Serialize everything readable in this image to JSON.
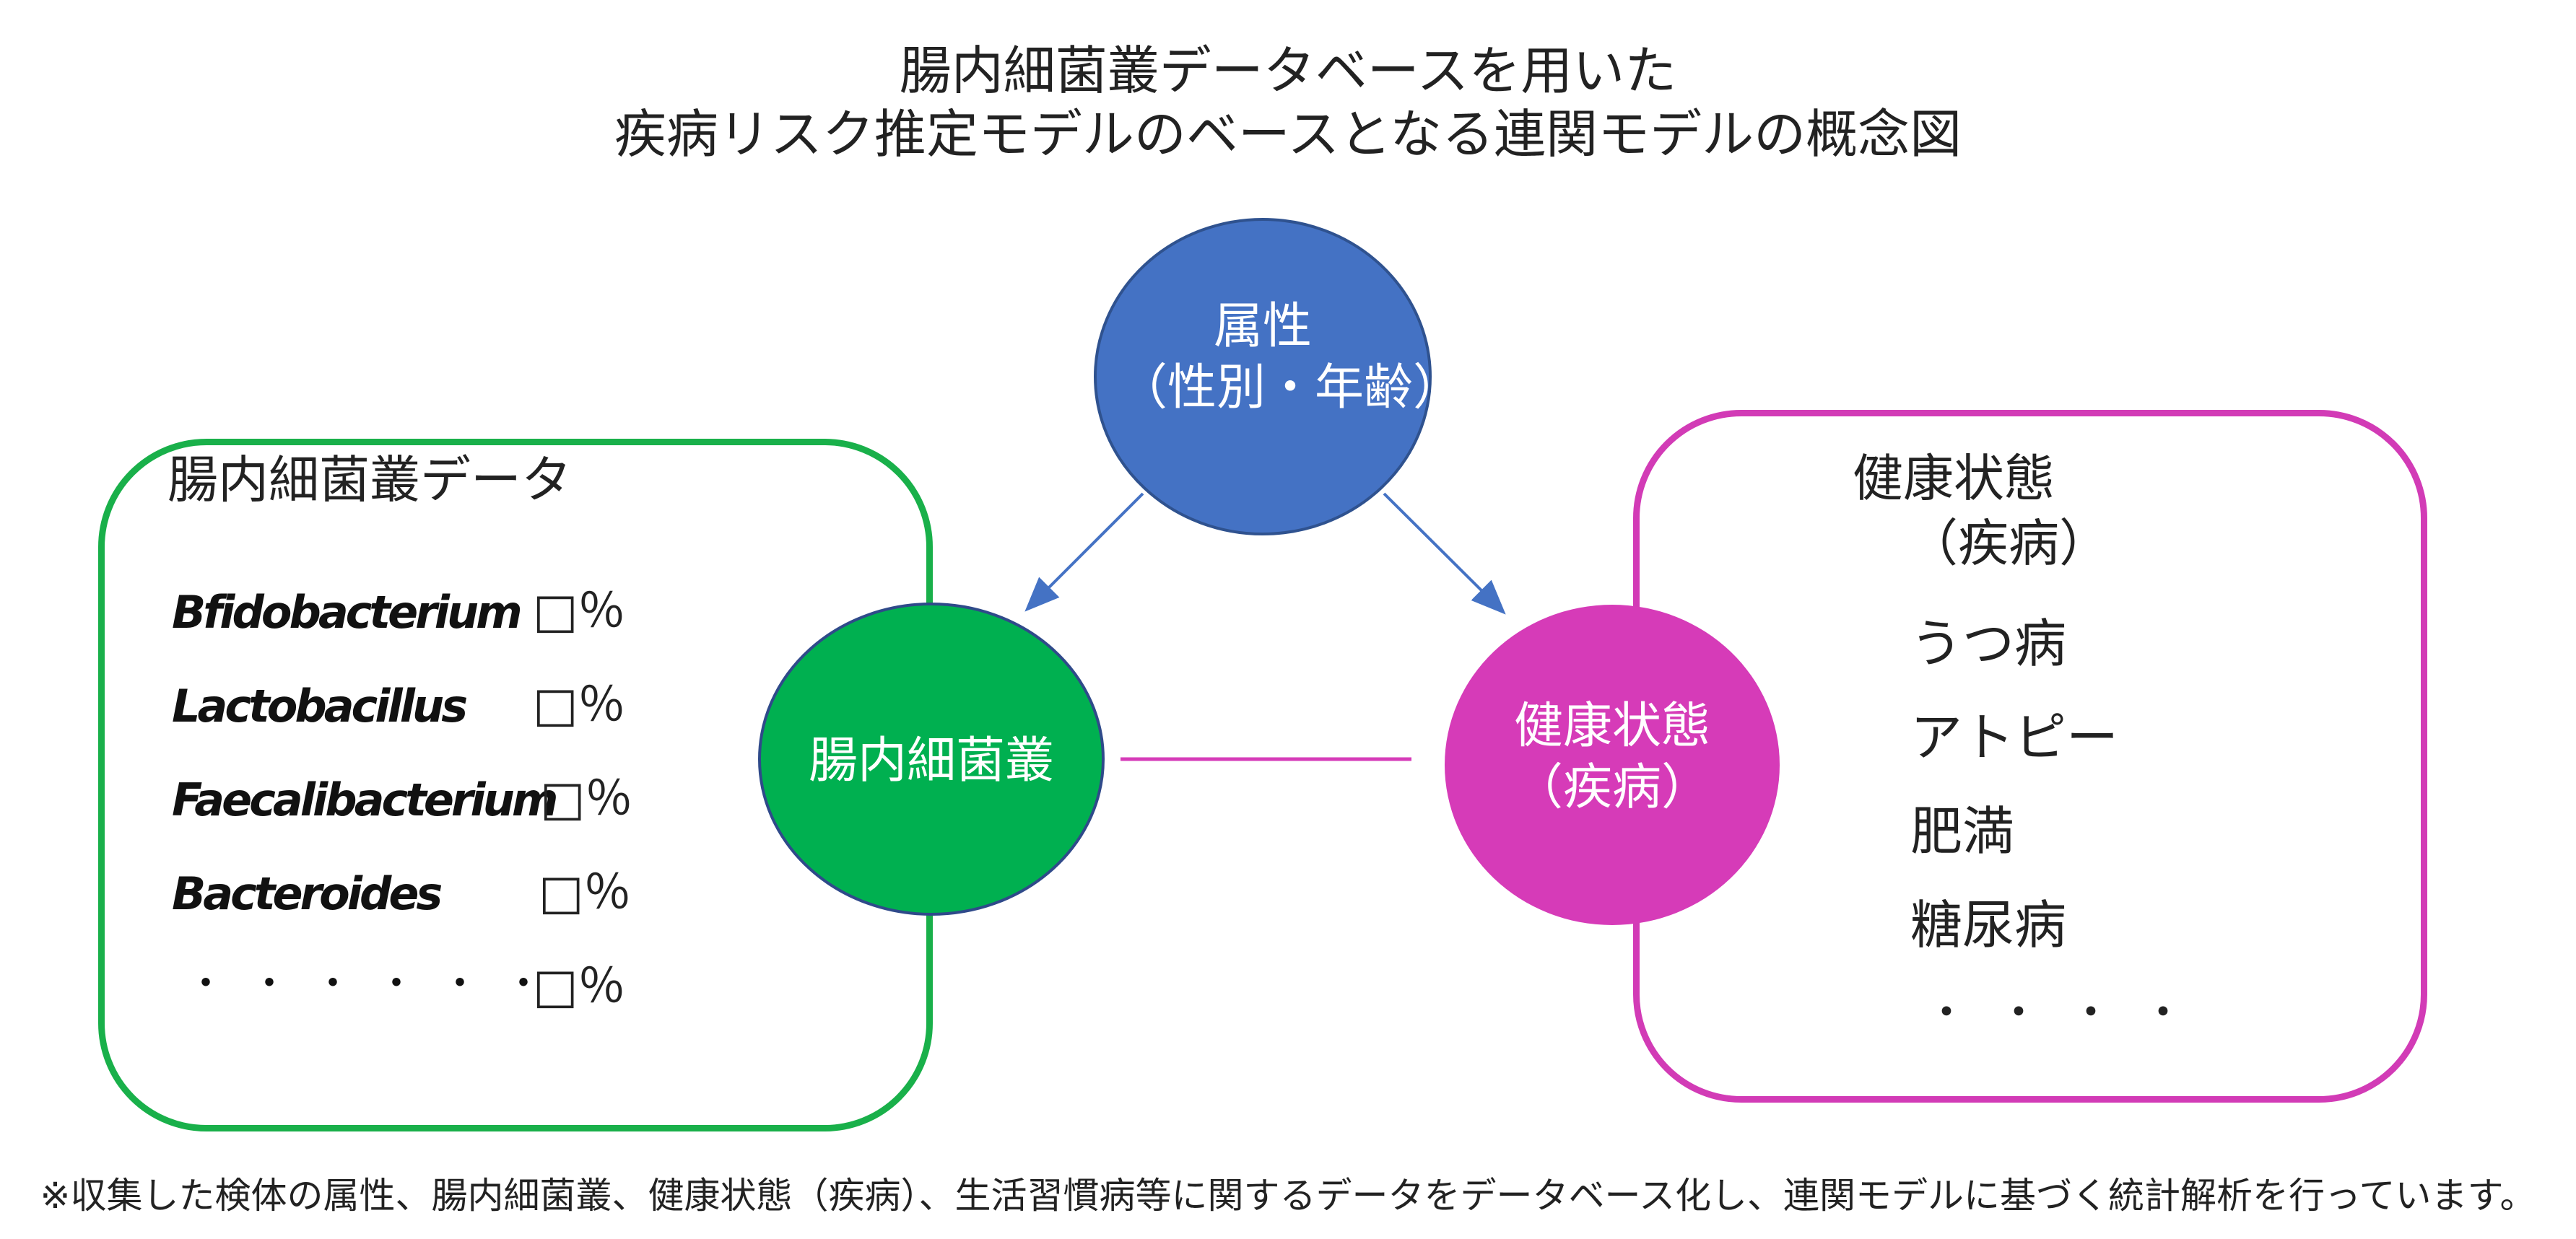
{
  "title": {
    "line1": "腸内細菌叢データベースを用いた",
    "line2": "疾病リスク推定モデルのベースとなる連関モデルの概念図"
  },
  "nodes": {
    "attributes": {
      "line1": "属性",
      "line2": "（性別・年齢）",
      "color": "#4472c4"
    },
    "microbiota": {
      "label": "腸内細菌叢",
      "color": "#00b050"
    },
    "health": {
      "line1": "健康状態",
      "line2": "（疾病）",
      "color": "#d63bb8"
    }
  },
  "left_panel": {
    "title": "腸内細菌叢データ",
    "color": "#19b04a",
    "rows": [
      {
        "name": "Bfidobacterium",
        "value": "□％"
      },
      {
        "name": "Lactobacillus",
        "value": "□％"
      },
      {
        "name": "Faecalibacterium",
        "value": "□％"
      },
      {
        "name": "Bacteroides",
        "value": "□％"
      },
      {
        "name": "・・・・・・",
        "value": "□％"
      }
    ]
  },
  "right_panel": {
    "title_line1": "健康状態",
    "title_line2": "（疾病）",
    "color": "#d23bb6",
    "items": [
      "うつ病",
      "アトピー",
      "肥満",
      "糖尿病",
      "・・・・"
    ]
  },
  "connectors": {
    "arrow_color": "#4472c4",
    "link_color": "#d63bb8"
  },
  "footnote": "※収集した検体の属性、腸内細菌叢、健康状態（疾病）、生活習慣病等に関するデータをデータベース化し、連関モデルに基づく統計解析を行っています。"
}
